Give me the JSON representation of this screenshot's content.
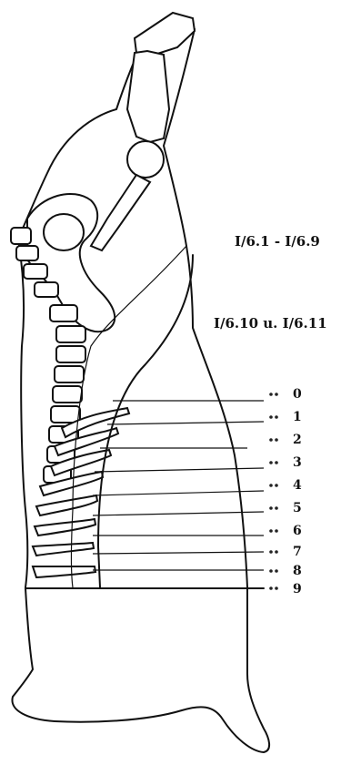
{
  "references": {
    "upper": "I/6.1 - I/6.9",
    "lower": "I/6.10 u. I/6.11"
  },
  "cut_lines": [
    "0",
    "1",
    "2",
    "3",
    "4",
    "5",
    "6",
    "7",
    "8",
    "9"
  ],
  "colors": {
    "ink": "#111111",
    "paper": "#ffffff"
  }
}
